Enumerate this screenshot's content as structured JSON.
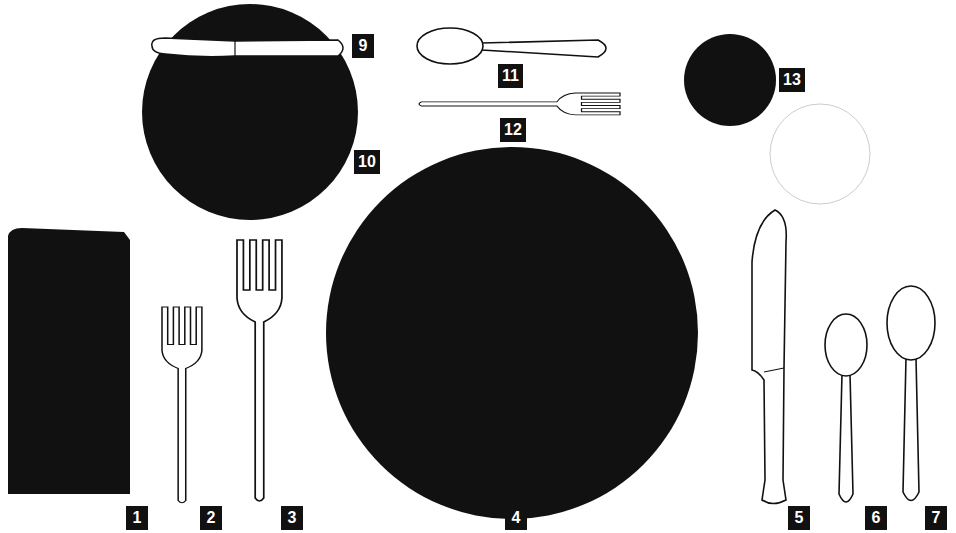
{
  "diagram": {
    "labels": [
      "9",
      "11",
      "13",
      "12",
      "10",
      "1",
      "2",
      "3",
      "4",
      "5",
      "6",
      "7"
    ]
  }
}
